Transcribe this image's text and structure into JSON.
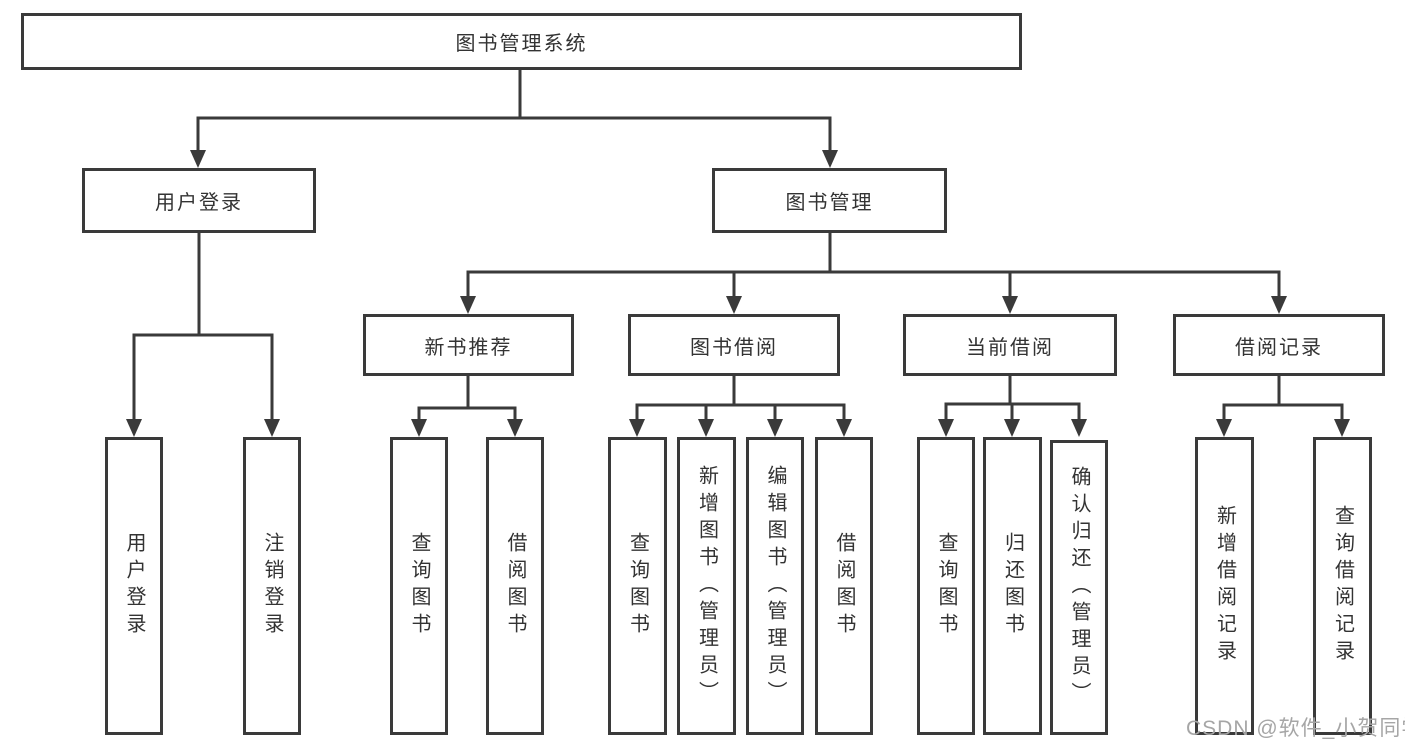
{
  "diagram_type": "hierarchy",
  "colors": {
    "line": "#3a3a3a",
    "text": "#333333",
    "watermark_text": "#a6a6a6",
    "background": "#ffffff"
  },
  "watermark": "CSDN @软件_小贺同学",
  "tree": {
    "label": "图书管理系统",
    "children": [
      {
        "label": "用户登录",
        "children": [
          {
            "label": "用户登录"
          },
          {
            "label": "注销登录"
          }
        ]
      },
      {
        "label": "图书管理",
        "children": [
          {
            "label": "新书推荐",
            "children": [
              {
                "label": "查询图书"
              },
              {
                "label": "借阅图书"
              }
            ]
          },
          {
            "label": "图书借阅",
            "children": [
              {
                "label": "查询图书"
              },
              {
                "label": "新增图书（管理员）"
              },
              {
                "label": "编辑图书（管理员）"
              },
              {
                "label": "借阅图书"
              }
            ]
          },
          {
            "label": "当前借阅",
            "children": [
              {
                "label": "查询图书"
              },
              {
                "label": "归还图书"
              },
              {
                "label": "确认归还（管理员）"
              }
            ]
          },
          {
            "label": "借阅记录",
            "children": [
              {
                "label": "新增借阅记录"
              },
              {
                "label": "查询借阅记录"
              }
            ]
          }
        ]
      }
    ]
  }
}
